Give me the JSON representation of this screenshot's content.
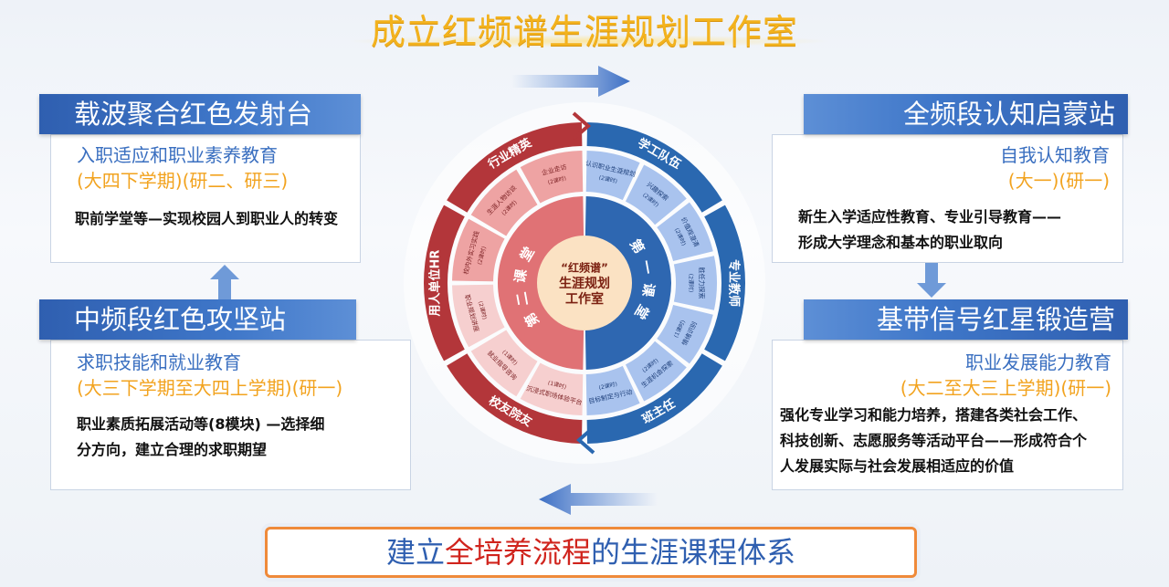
{
  "title": "成立红频谱生涯规划工作室",
  "panels": {
    "top_left": {
      "header": "载波聚合红色发射台",
      "subtitle": "入职适应和职业素养教育",
      "period": "(大四下学期)(研二、研三)",
      "desc": "职前学堂等—实现校园人到职业人的转变"
    },
    "top_right": {
      "header": "全频段认知启蒙站",
      "subtitle": "自我认知教育",
      "period": "(大一)(研一)",
      "desc1": "新生入学适应性教育、专业引导教育——",
      "desc2": "形成大学理念和基本的职业取向"
    },
    "mid_left": {
      "header": "中频段红色攻坚站",
      "subtitle": "求职技能和就业教育",
      "period": "(大三下学期至大四上学期)(研一)",
      "desc1": "职业素质拓展活动等(8模块) —选择细",
      "desc2": "分方向，建立合理的求职期望"
    },
    "mid_right": {
      "header": "基带信号红星锻造营",
      "subtitle": "职业发展能力教育",
      "period": "(大二至大三上学期)(研一)",
      "desc1": "强化专业学习和能力培养，搭建各类社会工作、",
      "desc2": "科技创新、志愿服务等活动平台——形成符合个",
      "desc3": "人发展实际与社会发展相适应的价值"
    }
  },
  "wheel": {
    "center": [
      "“红频谱”",
      "生涯规划",
      "工作室"
    ],
    "left_core": "第二课堂",
    "right_core": "第一课堂",
    "outer_left": [
      "行业精英",
      "用人单位HR",
      "校友院友"
    ],
    "outer_right": [
      "学工队伍",
      "专业教师",
      "班主任"
    ],
    "mid_left": [
      [
        "企业走访",
        "(2课时)"
      ],
      [
        "生涯人物访谈",
        "(2课时)"
      ],
      [
        "校内外实习实践",
        "(2课时)"
      ],
      [
        "职业规划讲座",
        "(2课时)"
      ],
      [
        "就业指导咨询",
        "(1课时)"
      ],
      [
        "沉浸式职场体验平台",
        "(1课时)"
      ]
    ],
    "mid_right": [
      [
        "认识职业生涯规划",
        "(2课时)"
      ],
      [
        "兴趣探索",
        "(2课时)"
      ],
      [
        "价值观澄清",
        "(2课时)"
      ],
      [
        "胜任力探索",
        "(2课时)"
      ],
      [
        "情绪识别",
        "(1课时)"
      ],
      [
        "生涯机会探索",
        "(2课时)"
      ],
      [
        "目标制定与行动",
        "(2课时)"
      ]
    ],
    "colors": {
      "red_outer": "#b3363a",
      "red_mid": "#eea3a3",
      "red_core": "#e07275",
      "blue_outer": "#2a68b0",
      "blue_mid": "#a9c3ee",
      "blue_core": "#2e67b1",
      "center": "#fbe2c3"
    }
  },
  "banner": {
    "pre": "建立",
    "highlight": "全培养流程",
    "post": "的生涯课程体系"
  }
}
